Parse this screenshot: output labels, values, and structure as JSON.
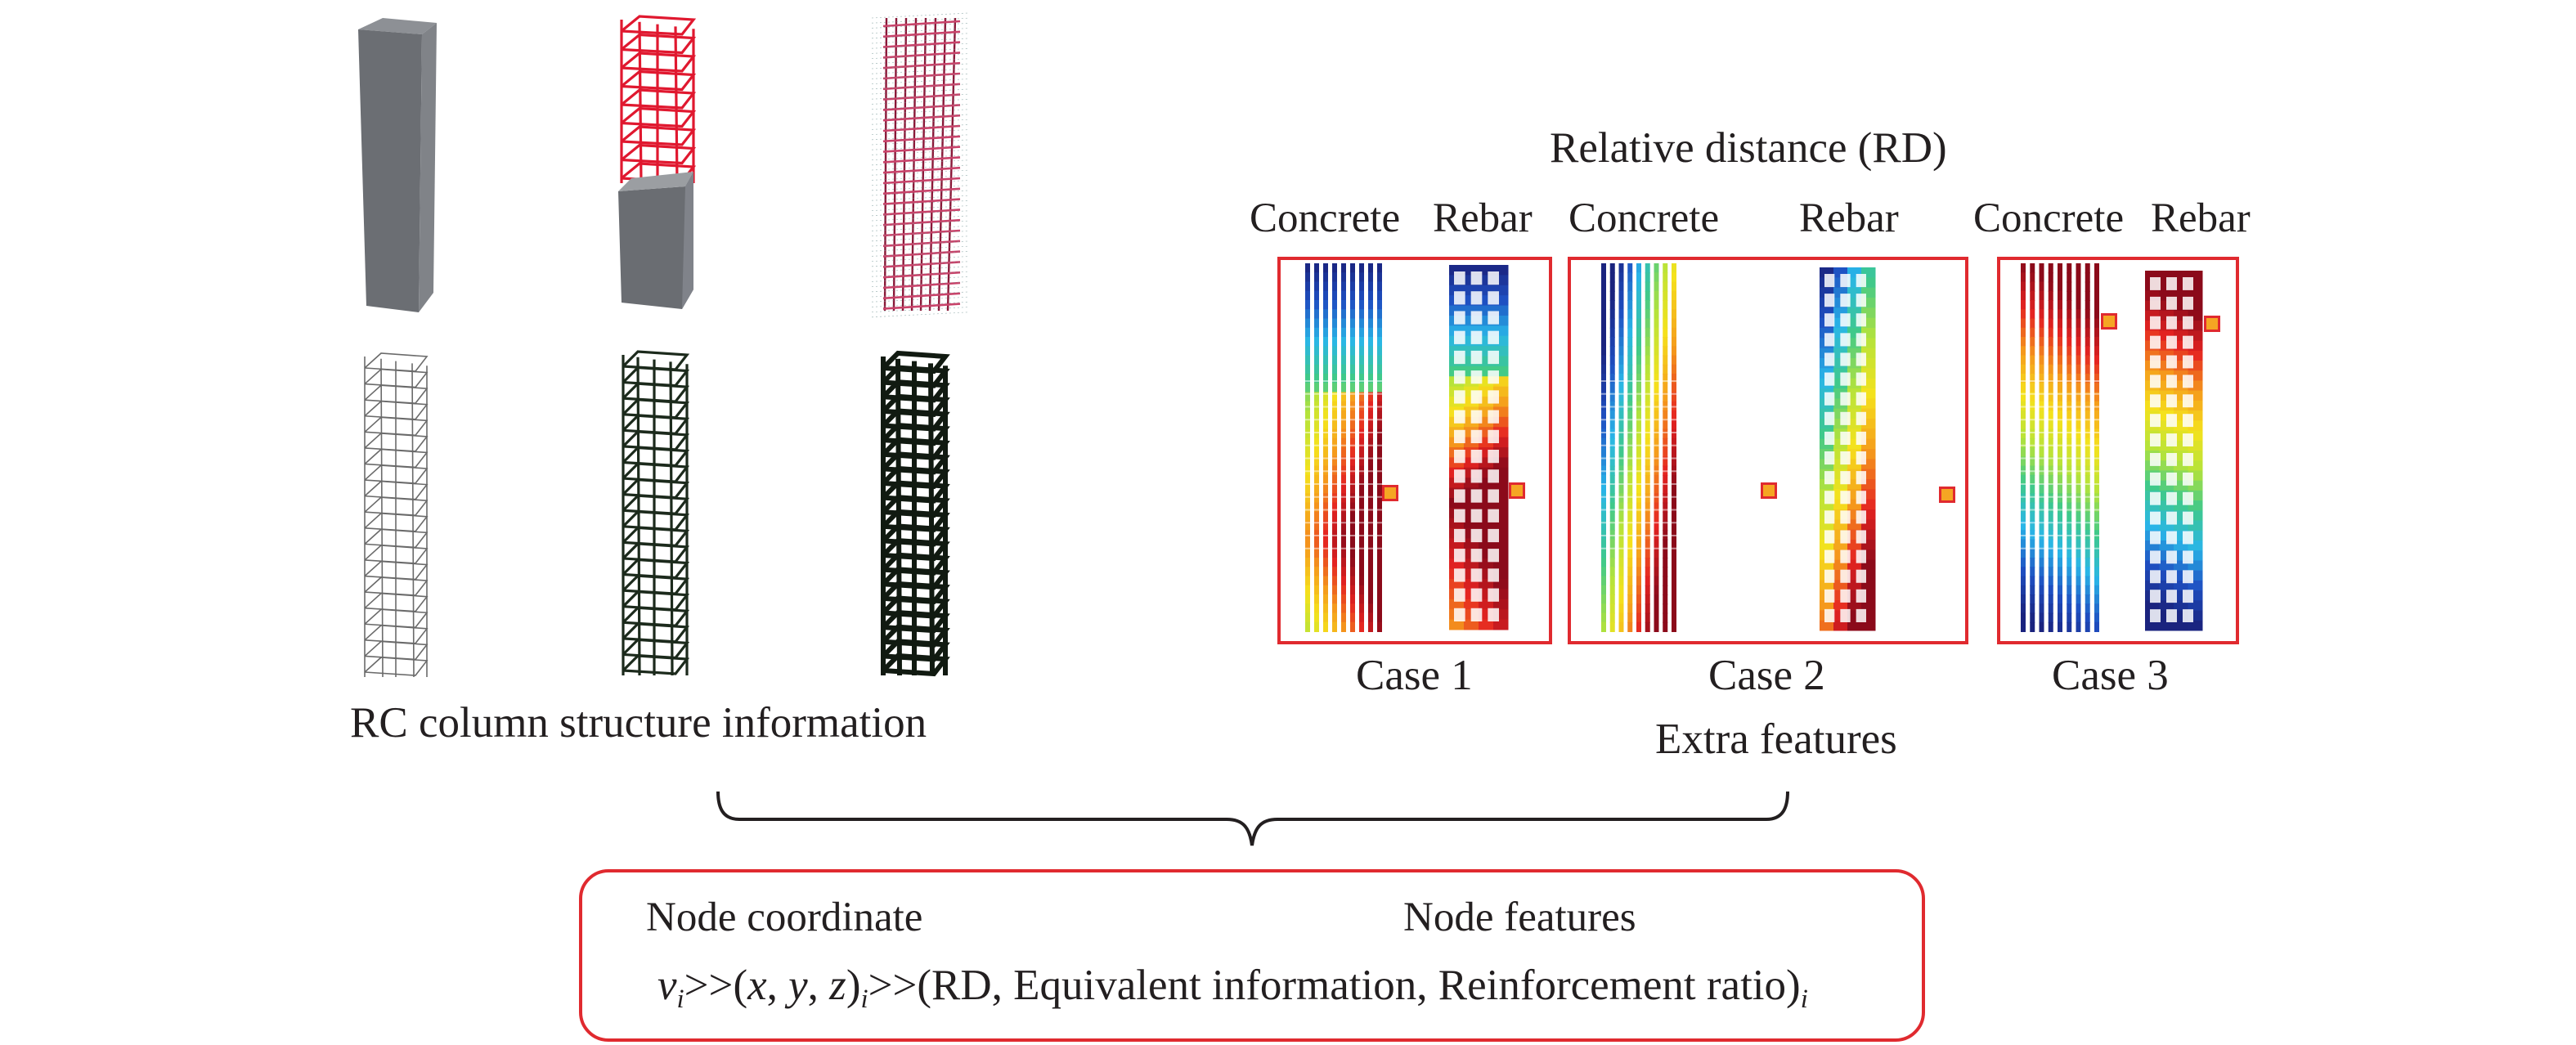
{
  "left_panel": {
    "title": "RC column structure information",
    "models": [
      {
        "name": "concrete-solid",
        "row": 1,
        "color": "#6b6e73"
      },
      {
        "name": "concrete-with-rebar-cage",
        "row": 1,
        "color": "#e0182f"
      },
      {
        "name": "meshed-column",
        "row": 1,
        "color": "#a0324e"
      },
      {
        "name": "rebar-cage-thin",
        "row": 2,
        "color": "#5c5c5c"
      },
      {
        "name": "rebar-cage-medium",
        "row": 2,
        "color": "#1c2a1c"
      },
      {
        "name": "rebar-cage-thick",
        "row": 2,
        "color": "#111a11"
      }
    ]
  },
  "right_panel": {
    "title": "Relative distance (RD)",
    "footer": "Extra features",
    "colormap": [
      "#1a237e",
      "#1e4fc2",
      "#29b6e8",
      "#3fc98a",
      "#b5e33a",
      "#f5e21c",
      "#f59a1c",
      "#e52321",
      "#8b0a1a"
    ],
    "cases": [
      {
        "label": "Case 1",
        "concrete_label": "Concrete",
        "rebar_label": "Rebar",
        "marker_height_fraction": 0.6,
        "gradient": "blue-top-red-lower"
      },
      {
        "label": "Case 2",
        "concrete_label": "Concrete",
        "rebar_label": "Rebar",
        "marker_height_fraction": 0.6,
        "gradient": "blue-top-red-right"
      },
      {
        "label": "Case 3",
        "concrete_label": "Concrete",
        "rebar_label": "Rebar",
        "marker_height_fraction": 0.15,
        "gradient": "red-top-blue-bottom"
      }
    ],
    "marker_color": "#f5a623",
    "frame_color": "#e02a2f"
  },
  "node_box": {
    "coord_label": "Node coordinate",
    "features_label": "Node features",
    "formula": {
      "v": "v",
      "sub_i": "i",
      "arrow": ">>",
      "coords_open": "(",
      "x": "x",
      "comma1": ", ",
      "y": "y",
      "comma2": ", ",
      "z": "z",
      "coords_close": ")",
      "features": "(RD, Equivalent information, Reinforcement ratio)"
    }
  }
}
